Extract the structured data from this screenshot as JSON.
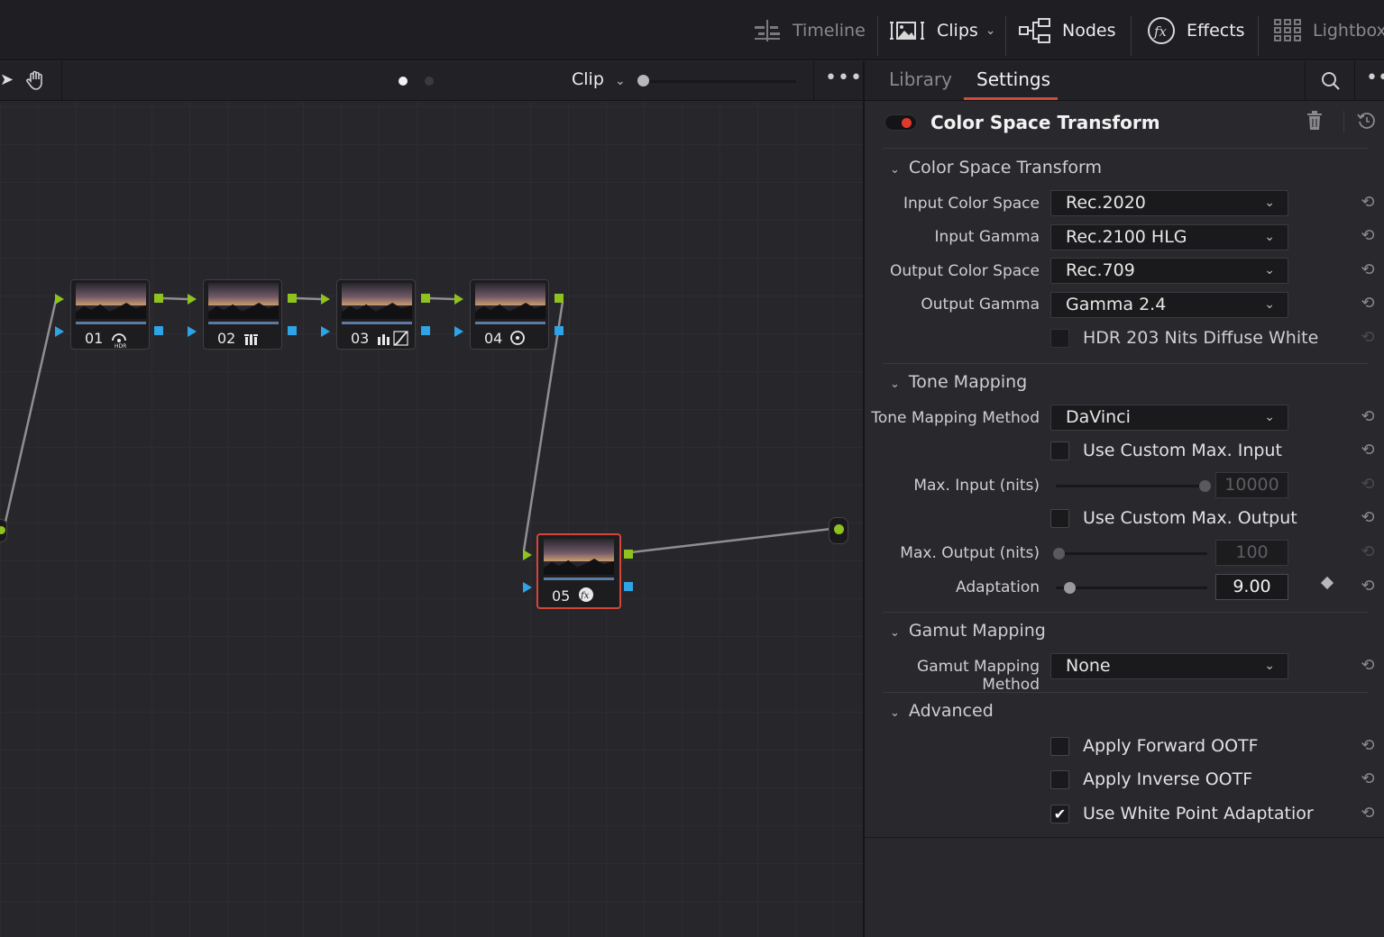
{
  "topbar": {
    "items": [
      {
        "label": "Timeline",
        "icon": "timeline-icon"
      },
      {
        "label": "Clips",
        "icon": "clips-icon"
      },
      {
        "label": "Nodes",
        "icon": "nodes-icon"
      },
      {
        "label": "Effects",
        "icon": "fx-icon"
      },
      {
        "label": "Lightbox",
        "icon": "lightbox-icon"
      }
    ]
  },
  "node_editor": {
    "mode_label": "Clip",
    "nodes": [
      {
        "number": "01",
        "icon": "hdr-wheel-icon"
      },
      {
        "number": "02",
        "icon": "bars-icon"
      },
      {
        "number": "03",
        "icon": "bars-curve-icon"
      },
      {
        "number": "04",
        "icon": "circle-dot-icon"
      },
      {
        "number": "05",
        "icon": "fx-node-icon"
      }
    ]
  },
  "panel": {
    "tabs": [
      "Library",
      "Settings"
    ],
    "active_tab": "Settings",
    "effect_title": "Color Space Transform",
    "sections": {
      "cst": {
        "title": "Color Space Transform",
        "input_color_space_label": "Input Color Space",
        "input_color_space": "Rec.2020",
        "input_gamma_label": "Input Gamma",
        "input_gamma": "Rec.2100 HLG",
        "output_color_space_label": "Output Color Space",
        "output_color_space": "Rec.709",
        "output_gamma_label": "Output Gamma",
        "output_gamma": "Gamma 2.4",
        "hdr_203_label": "HDR 203 Nits Diffuse White"
      },
      "tone": {
        "title": "Tone Mapping",
        "method_label": "Tone Mapping Method",
        "method": "DaVinci",
        "custom_input_label": "Use Custom Max. Input",
        "max_input_label": "Max. Input (nits)",
        "max_input": "10000",
        "custom_output_label": "Use Custom Max. Output",
        "max_output_label": "Max. Output (nits)",
        "max_output": "100",
        "adaptation_label": "Adaptation",
        "adaptation": "9.00"
      },
      "gamut": {
        "title": "Gamut Mapping",
        "method_label": "Gamut Mapping Method",
        "method": "None"
      },
      "advanced": {
        "title": "Advanced",
        "forward_ootf_label": "Apply Forward OOTF",
        "inverse_ootf_label": "Apply Inverse OOTF",
        "white_point_label": "Use White Point Adaptatior",
        "white_point_checked": true
      }
    }
  },
  "colors": {
    "accent_red": "#d04a3d",
    "port_green": "#8dc21f",
    "port_blue": "#2ea3e6"
  }
}
